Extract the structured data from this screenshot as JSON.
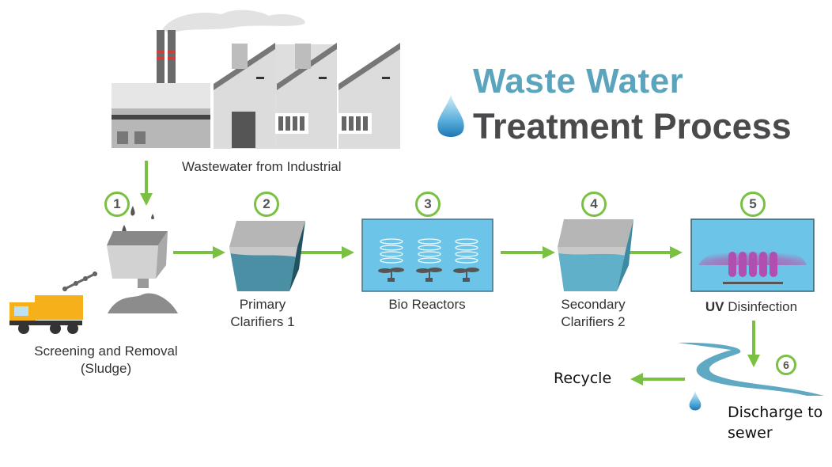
{
  "title": {
    "line1": "Waste Water",
    "line2": "Treatment Process",
    "line1_color": "#5aa5bd",
    "line2_color": "#4a4a4c"
  },
  "source": {
    "label": "Wastewater from Industrial",
    "icon": "factory-icon"
  },
  "steps": [
    {
      "number": "1",
      "label_line1": "Screening and Removal",
      "label_line2": "(Sludge)",
      "icon": "screen-hopper-icon"
    },
    {
      "number": "2",
      "label_line1": "Primary",
      "label_line2": "Clarifiers 1",
      "icon": "clarifier-tank-icon"
    },
    {
      "number": "3",
      "label_line1": "Bio Reactors",
      "label_line2": "",
      "icon": "bio-reactor-icon"
    },
    {
      "number": "4",
      "label_line1": "Secondary",
      "label_line2": "Clarifiers 2",
      "icon": "clarifier-tank-icon"
    },
    {
      "number": "5",
      "label_bold": "UV",
      "label_rest": " Disinfection",
      "icon": "uv-lamp-icon"
    },
    {
      "number": "6",
      "icon": "river-icon"
    }
  ],
  "outputs": {
    "recycle": "Recycle",
    "discharge_line1": "Discharge to",
    "discharge_line2": "sewer"
  },
  "colors": {
    "arrow": "#7ac143",
    "badge_border": "#7ac143",
    "water": "#5fa9c2",
    "panel_bg": "#6cc5e8",
    "uv_glow": "#b35bb0",
    "truck": "#f5b01a"
  }
}
